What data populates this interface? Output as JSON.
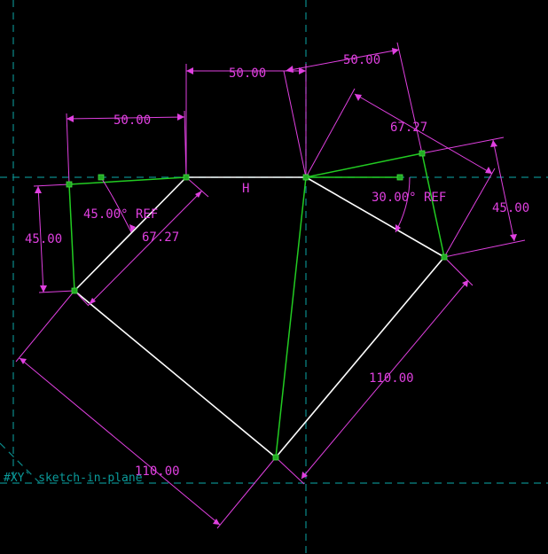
{
  "app": "SolveSpace sketch view",
  "colors": {
    "background": "#000000",
    "segment": "#ffffff",
    "construction": "#22cc22",
    "dimension": "#e040e0",
    "axis": "#0a8a8a",
    "point": "#22aa22"
  },
  "plane_label": "#XY` sketch-in-plane",
  "constraints": {
    "horizontal_label": "H",
    "dim_50_left": "50.00",
    "dim_50_mid": "50.00",
    "dim_50_right": "50.00",
    "dim_67_left": "67.27",
    "dim_67_right": "67.27",
    "dim_45_left": "45.00",
    "dim_45_right": "45.00",
    "dim_110_left": "110.00",
    "dim_110_right": "110.00",
    "angle_left": "45.00° REF",
    "angle_right": "30.00° REF"
  }
}
